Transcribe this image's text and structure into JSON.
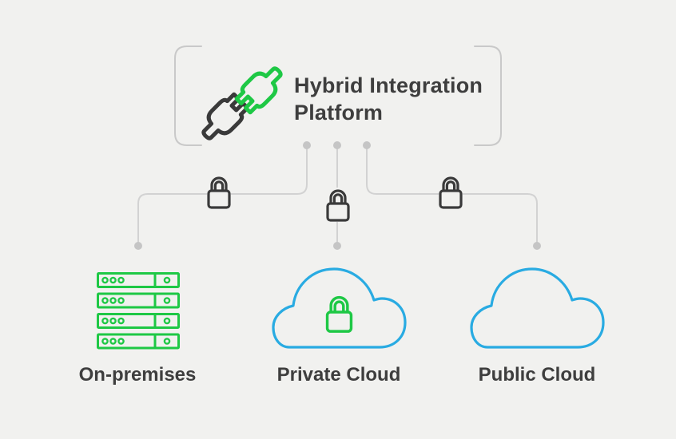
{
  "platform": {
    "title_line1": "Hybrid Integration",
    "title_line2": "Platform",
    "icon": "plug-connection-icon"
  },
  "connections": [
    {
      "from": "platform",
      "to": "On-premises",
      "icon": "lock-icon"
    },
    {
      "from": "platform",
      "to": "Private Cloud",
      "icon": "lock-icon"
    },
    {
      "from": "platform",
      "to": "Public Cloud",
      "icon": "lock-icon"
    }
  ],
  "nodes": [
    {
      "label": "On-premises",
      "icon": "server-rack-icon",
      "icon_color": "#1ec845"
    },
    {
      "label": "Private Cloud",
      "icon": "cloud-with-lock-icon",
      "icon_color": "#29abe2"
    },
    {
      "label": "Public Cloud",
      "icon": "cloud-icon",
      "icon_color": "#29abe2"
    }
  ],
  "colors": {
    "background": "#f1f1ef",
    "green": "#1ec845",
    "blue": "#29abe2",
    "dark": "#3a3a3a",
    "text": "#3e3e3e",
    "line_gray": "#d2d2d2",
    "dot_gray": "#c5c5c5",
    "bracket_gray": "#c9c9c9"
  }
}
